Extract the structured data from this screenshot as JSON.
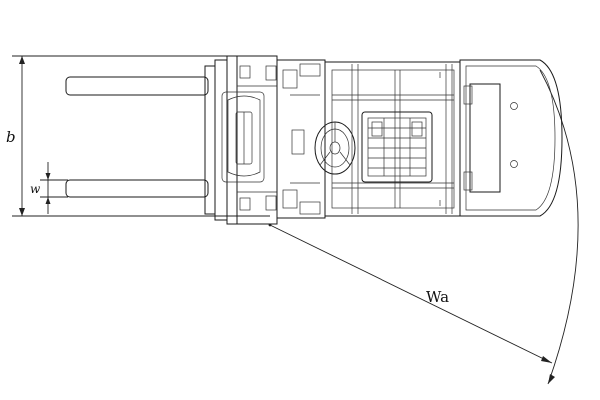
{
  "diagram": {
    "labels": {
      "fork_spread": "b",
      "fork_width": "w",
      "turning_radius": "Wa"
    },
    "colors": {
      "line": "#1a1a1a",
      "background": "#ffffff"
    }
  }
}
